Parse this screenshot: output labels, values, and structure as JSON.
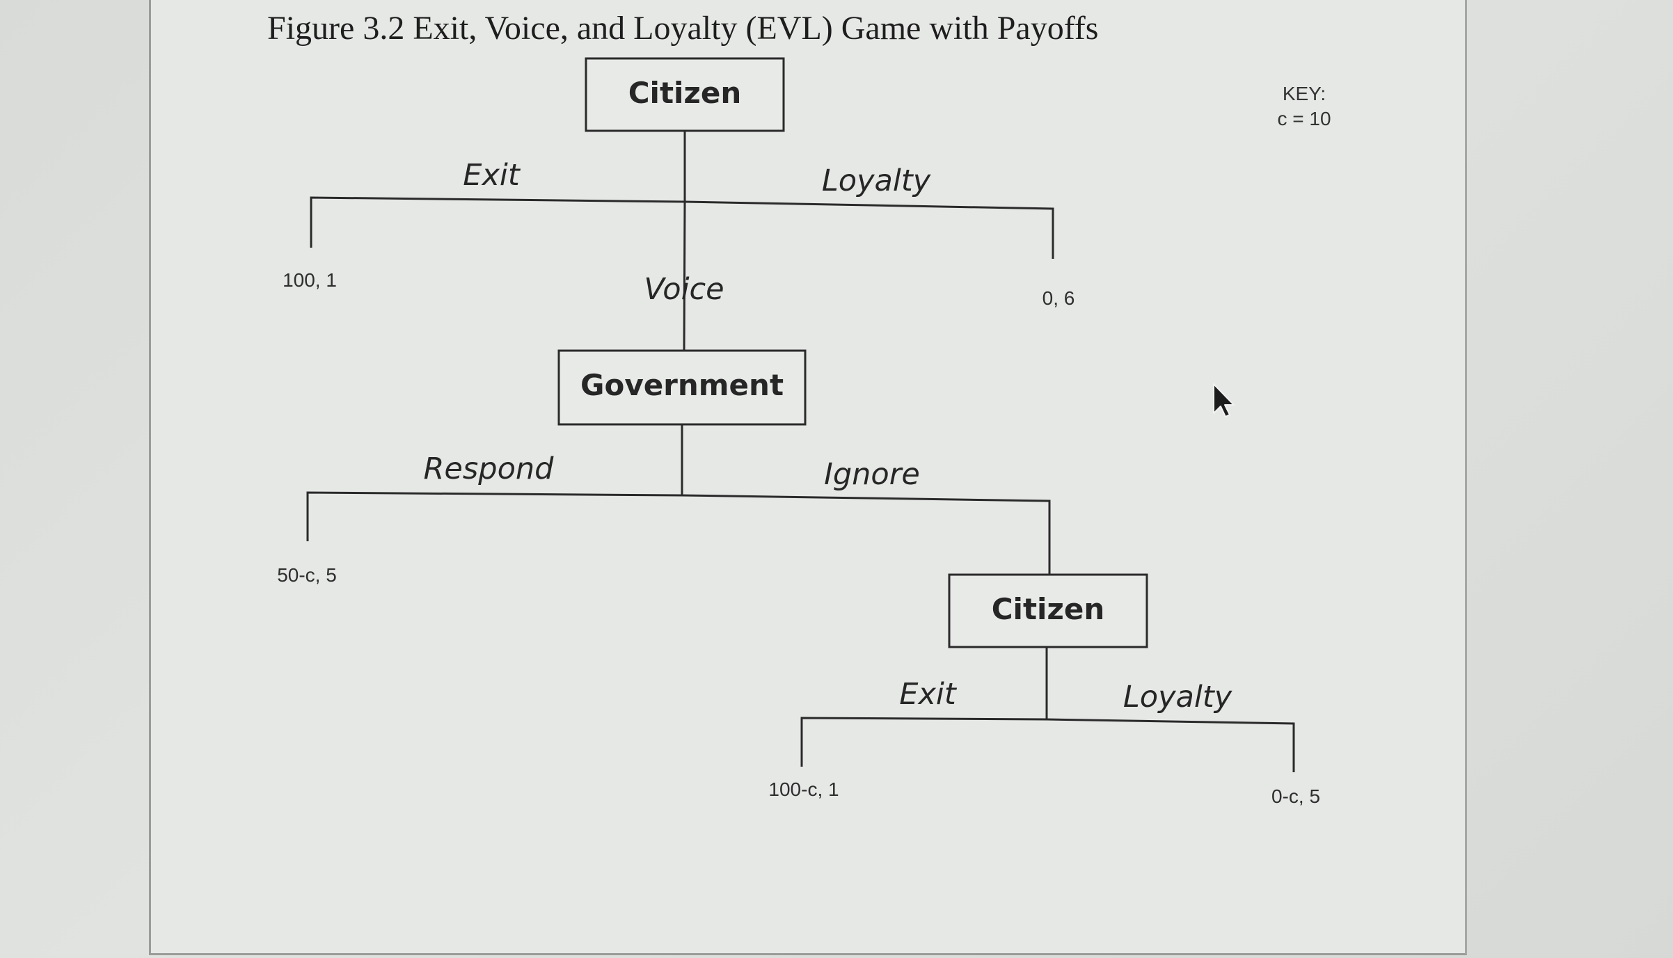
{
  "figure": {
    "title": "Figure 3.2 Exit, Voice, and Loyalty (EVL) Game with Payoffs"
  },
  "key": {
    "heading": "KEY:",
    "definition": "c = 10"
  },
  "nodes": {
    "citizen_top": "Citizen",
    "government": "Government",
    "citizen_bottom": "Citizen"
  },
  "edges": {
    "exit_1": "Exit",
    "voice": "Voice",
    "loyalty_1": "Loyalty",
    "respond": "Respond",
    "ignore": "Ignore",
    "exit_2": "Exit",
    "loyalty_2": "Loyalty"
  },
  "payoffs": {
    "exit_1": "100, 1",
    "loyalty_1": "0, 6",
    "respond": "50-c, 5",
    "exit_2": "100-c, 1",
    "loyalty_2": "0-c, 5"
  },
  "colors": {
    "paper": "#e6e8e6",
    "ink": "#2a2a2a"
  }
}
